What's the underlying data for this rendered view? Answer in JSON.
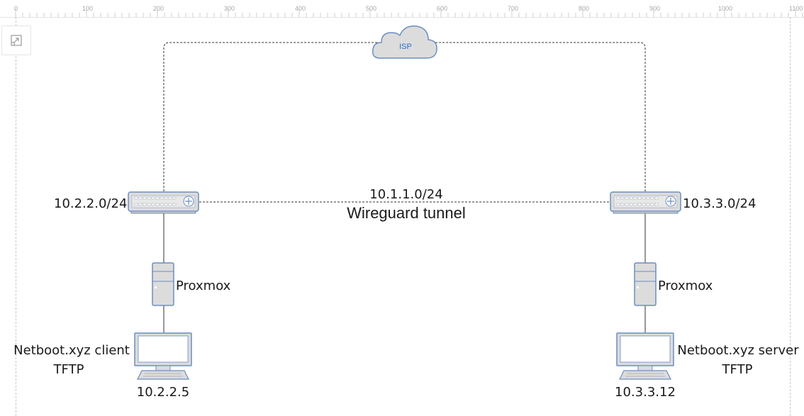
{
  "ruler": {
    "ticks": [
      "0",
      "100",
      "200",
      "300",
      "400",
      "500",
      "600",
      "700",
      "800",
      "900",
      "1000",
      "1100"
    ]
  },
  "toolbar": {
    "fit_icon": "fit-page-icon"
  },
  "cloud": {
    "label": "ISP",
    "icon": "cloud-icon"
  },
  "routers": {
    "left": {
      "subnet": "10.2.2.0/24",
      "icon": "router-icon"
    },
    "right": {
      "subnet": "10.3.3.0/24",
      "icon": "router-icon"
    }
  },
  "tunnel": {
    "subnet": "10.1.1.0/24",
    "label": "Wireguard tunnel"
  },
  "servers": {
    "left": {
      "label": "Proxmox",
      "icon": "server-icon"
    },
    "right": {
      "label": "Proxmox",
      "icon": "server-icon"
    }
  },
  "clients": {
    "left": {
      "role": "Netboot.xyz client",
      "service": "TFTP",
      "ip": "10.2.2.5",
      "icon": "workstation-icon"
    },
    "right": {
      "role": "Netboot.xyz server",
      "service": "TFTP",
      "ip": "10.3.3.12",
      "icon": "workstation-icon"
    }
  },
  "colors": {
    "device_fill": "#dcdcdc",
    "device_stroke": "#6c8ebf",
    "link": "#333333",
    "cloud_text": "#2470c8"
  }
}
